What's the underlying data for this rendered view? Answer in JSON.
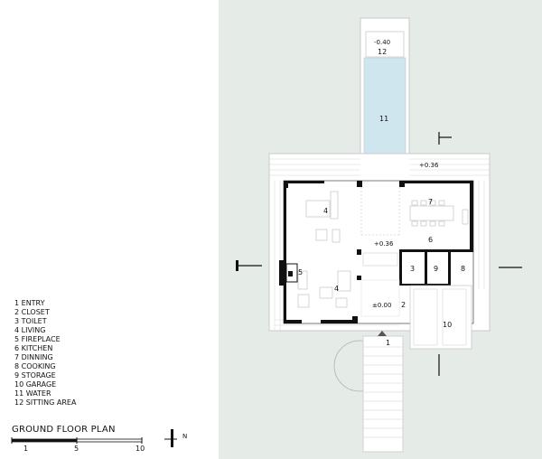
{
  "legend": [
    "1 ENTRY",
    "2 CLOSET",
    "3 TOILET",
    "4 LIVING",
    "5 FIREPLACE",
    "6 KITCHEN",
    "7 DINNING",
    "8 COOKING",
    "9 STORAGE",
    "10 GARAGE",
    "11 WATER",
    "12 SITTING AREA"
  ],
  "title": "GROUND FLOOR PLAN",
  "scale": {
    "mark_start": "1",
    "mark_mid": "5",
    "mark_end": "10"
  },
  "north": "N",
  "levels": {
    "pool_top": "-0.40",
    "terrace": "+0.36",
    "interior": "+0.36",
    "entry": "±0.00"
  },
  "rooms": {
    "entry": "1",
    "closet": "2",
    "toilet": "3",
    "living_top": "4",
    "living_bottom": "4",
    "fireplace": "5",
    "kitchen": "6",
    "dinning": "7",
    "cooking": "8",
    "storage": "9",
    "garage": "10",
    "water": "11",
    "sitting": "12"
  }
}
